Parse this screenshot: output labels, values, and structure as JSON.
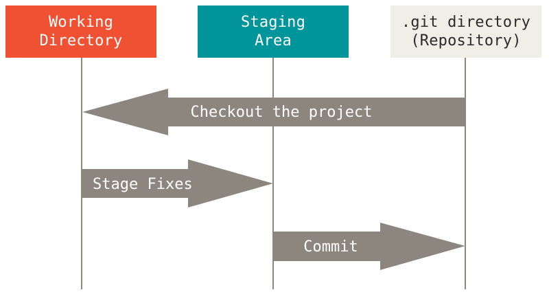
{
  "columns": [
    {
      "id": "working",
      "lines": [
        "Working",
        "Directory"
      ],
      "color": "#f05133"
    },
    {
      "id": "staging",
      "lines": [
        "Staging",
        "Area"
      ],
      "color": "#00949b"
    },
    {
      "id": "repo",
      "lines": [
        ".git directory",
        "(Repository)"
      ],
      "color": "#efefe8"
    }
  ],
  "arrows": [
    {
      "label": "Checkout the project",
      "from": "repo",
      "to": "working"
    },
    {
      "label": "Stage Fixes",
      "from": "working",
      "to": "staging"
    },
    {
      "label": "Commit",
      "from": "staging",
      "to": "repo"
    }
  ],
  "colors": {
    "arrow": "#8c867e",
    "lifeline": "#8c867e"
  }
}
